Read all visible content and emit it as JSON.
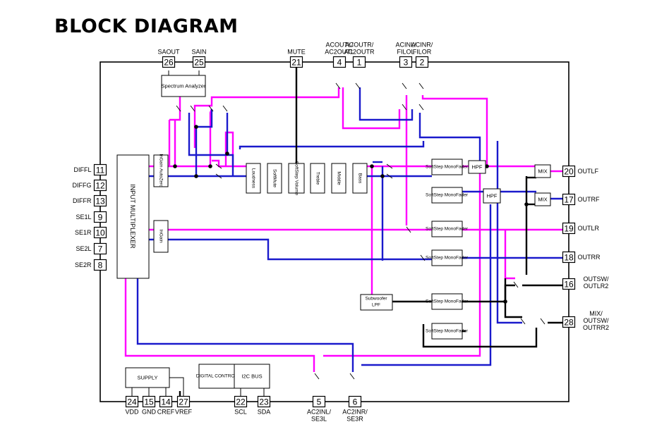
{
  "title": "BLOCK DIAGRAM",
  "pins": [
    {
      "num": "26",
      "label": "SAOUT"
    },
    {
      "num": "25",
      "label": "SAIN"
    },
    {
      "num": "21",
      "label": "MUTE"
    },
    {
      "num": "4",
      "label": "ACOUTL/ AC2OUTL"
    },
    {
      "num": "1",
      "label": "ACOUTR/ AC2OUTR"
    },
    {
      "num": "3",
      "label": "ACINL/ FILOL"
    },
    {
      "num": "2",
      "label": "ACINR/ FILOR"
    },
    {
      "num": "11",
      "label": "DIFFL"
    },
    {
      "num": "12",
      "label": "DIFFG"
    },
    {
      "num": "13",
      "label": "DIFFR"
    },
    {
      "num": "9",
      "label": "SE1L"
    },
    {
      "num": "10",
      "label": "SE1R"
    },
    {
      "num": "7",
      "label": "SE2L"
    },
    {
      "num": "8",
      "label": "SE2R"
    },
    {
      "num": "20",
      "label": "OUTLF"
    },
    {
      "num": "17",
      "label": "OUTRF"
    },
    {
      "num": "19",
      "label": "OUTLR"
    },
    {
      "num": "18",
      "label": "OUTRR"
    },
    {
      "num": "16",
      "label": "OUTSW/ OUTLR2"
    },
    {
      "num": "28",
      "label": "MIX/ OUTSW/ OUTRR2"
    },
    {
      "num": "24",
      "label": "VDD"
    },
    {
      "num": "15",
      "label": "GND"
    },
    {
      "num": "14",
      "label": "CREF"
    },
    {
      "num": "27",
      "label": "VREF"
    },
    {
      "num": "22",
      "label": "SCL"
    },
    {
      "num": "23",
      "label": "SDA"
    },
    {
      "num": "5",
      "label": "AC2INL/ SE3L"
    },
    {
      "num": "6",
      "label": "AC2INR/ SE3R"
    }
  ],
  "blocks": {
    "spectrum": "Spectrum Analyzer",
    "input_mux": "INPUT MULTIPLEXER",
    "ingain1": "InGain AutoZero",
    "ingain2": "InGain",
    "loudness": "Loudness",
    "softmute": "SoftMute",
    "volume": "SoftStep Volume",
    "treble": "Treble",
    "middle": "Middle",
    "bass": "Bass",
    "fader_lf": "SoftStep MonoFader",
    "fader_rf": "SoftStep MonoFader",
    "fader_lr": "SoftStep MonoFader",
    "fader_rr": "SoftStep MonoFader",
    "fader_sw": "SoftStep MonoFader",
    "fader_mix": "SoftStep MonoFader",
    "hpf1": "HPF",
    "hpf2": "HPF",
    "mix1": "MIX",
    "mix2": "MIX",
    "subwoofer": "Subwoofer LPF",
    "supply": "SUPPLY",
    "digital": "DIGITAL CONTROL",
    "i2c": "I2C BUS"
  },
  "colors": {
    "signal_left": "#ff00ff",
    "signal_right": "#1a1acc",
    "signal_mono": "#000000",
    "outline": "#000000"
  }
}
